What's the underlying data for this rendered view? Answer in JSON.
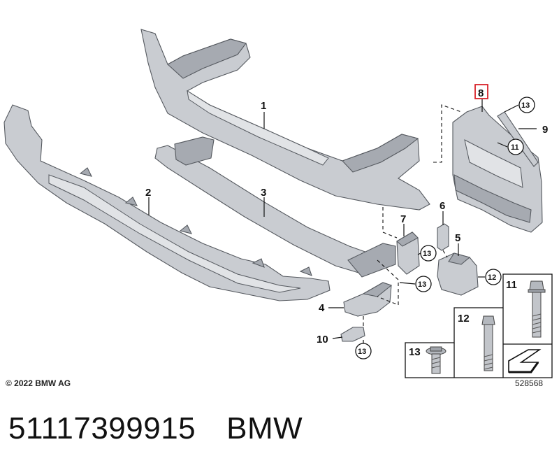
{
  "callouts": {
    "c1": "1",
    "c2": "2",
    "c3": "3",
    "c4": "4",
    "c5": "5",
    "c6": "6",
    "c7": "7",
    "c8": "8",
    "c9": "9",
    "c10": "10",
    "c11": "11",
    "c12": "12",
    "c13": "13"
  },
  "legend": {
    "cell11": "11",
    "cell12": "12",
    "cell13": "13"
  },
  "copyright": "© 2022 BMW AG",
  "diagram_number": "528568",
  "part_number": "51117399915",
  "brand": "BMW",
  "colors": {
    "highlight": "#d9222a",
    "part_fill": "#c9ccd1",
    "ink": "#111111"
  }
}
